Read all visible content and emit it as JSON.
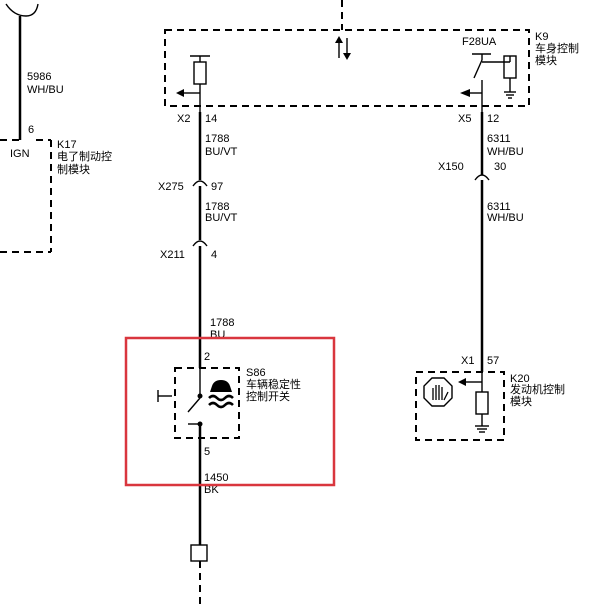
{
  "wires": {
    "top_left": {
      "circuit": "5986",
      "color": "WH/BU"
    },
    "k9_to_x275": {
      "circuit": "1788",
      "color": "BU/VT"
    },
    "x275_to_x211": {
      "circuit": "1788",
      "color": "BU/VT"
    },
    "x211_to_s86": {
      "circuit": "1788",
      "color": "BU"
    },
    "s86_to_ground": {
      "circuit": "1450",
      "color": "BK"
    },
    "k9_to_x150": {
      "circuit": "6311",
      "color": "WH/BU"
    },
    "x150_to_k20": {
      "circuit": "6311",
      "color": "WH/BU"
    }
  },
  "pins": {
    "k17_pin": "6",
    "k17_ign": "IGN",
    "x2_name": "X2",
    "x2_pin": "14",
    "x275_name": "X275",
    "x275_pin": "97",
    "x211_name": "X211",
    "x211_pin": "4",
    "x5_name": "X5",
    "x5_pin": "12",
    "x150_name": "X150",
    "x150_pin": "30",
    "x1_name": "X1",
    "x1_pin": "57",
    "s86_pin_top": "2",
    "s86_pin_bottom": "5"
  },
  "modules": {
    "k17": {
      "id": "K17",
      "line1": "电了制动控",
      "line2": "制模块"
    },
    "k9": {
      "id": "K9",
      "line1": "车身控制",
      "line2": "模块",
      "fuse": "F28UA"
    },
    "s86": {
      "id": "S86",
      "line1": "车辆稳定性",
      "line2": "控制开关"
    },
    "k20": {
      "id": "K20",
      "line1": "发动机控制",
      "line2": "模块"
    }
  },
  "highlight_color": "#d9363e"
}
